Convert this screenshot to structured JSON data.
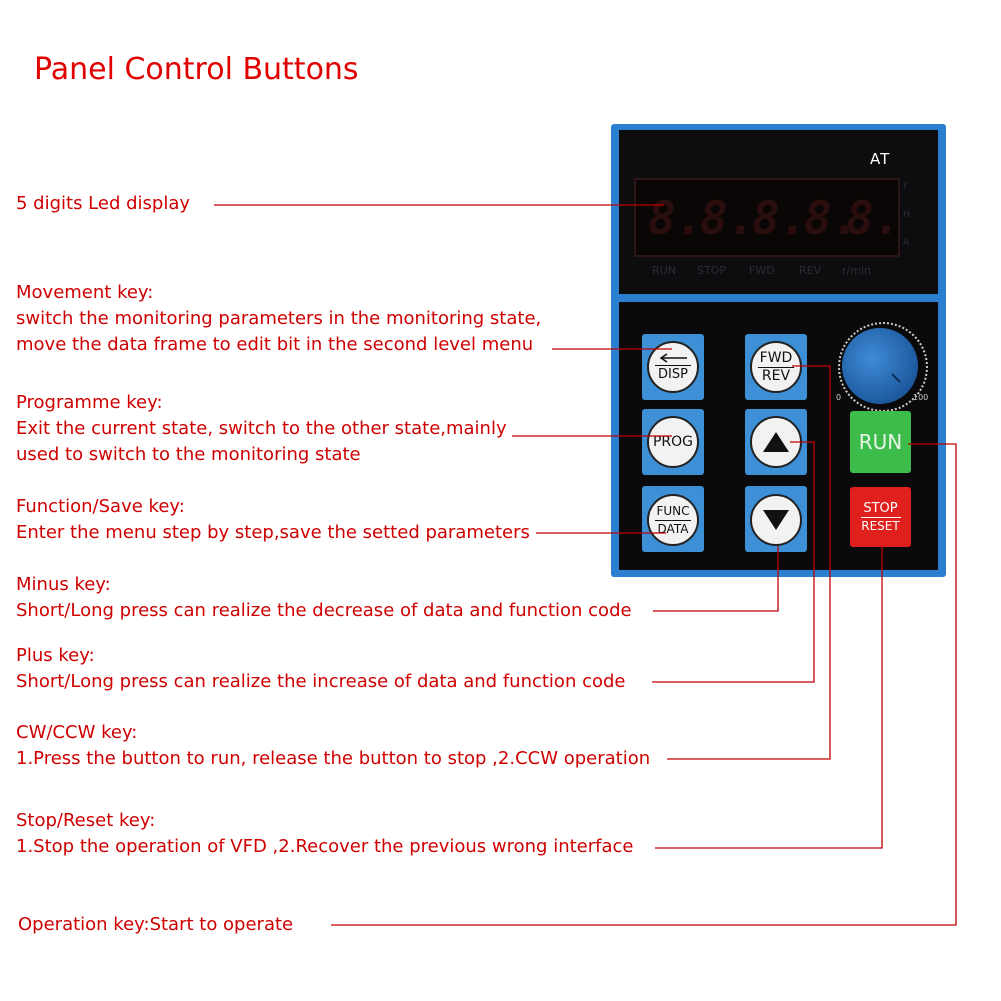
{
  "title": "Panel Control Buttons",
  "labels": {
    "led": "5 digits Led display",
    "movement_title": "Movement key:",
    "movement_line1": "switch the monitoring parameters in the monitoring state,",
    "movement_line2": "move the data frame to edit bit in the second level menu",
    "programme_title": "Programme key:",
    "programme_line1": "Exit the current state, switch to the other state,mainly",
    "programme_line2": "used to switch to the monitoring state",
    "function_title": "Function/Save key:",
    "function_line1": "Enter the menu step by step,save the setted parameters",
    "minus_title": "Minus key:",
    "minus_line1": "Short/Long press can realize the decrease of data and function code",
    "plus_title": "Plus key:",
    "plus_line1": "Short/Long press can realize the increase of data and function code",
    "cwccw_title": "CW/CCW key:",
    "cwccw_line1": "1.Press the button to run, release the button to stop ,2.CCW operation",
    "stop_title": "Stop/Reset key:",
    "stop_line1": "1.Stop the operation of VFD ,2.Recover the previous wrong interface",
    "operation": "Operation key:Start to operate"
  },
  "panel": {
    "brand": "AT",
    "display_digits": [
      "8.",
      "8.",
      "8.",
      "8.",
      "8."
    ],
    "indicators": [
      "RUN",
      "STOP",
      "FWD",
      "REV",
      "r/min"
    ],
    "side_indicators": [
      "F",
      "H",
      "A",
      "."
    ],
    "keys": {
      "disp_top": "",
      "disp_bottom": "DISP",
      "prog": "PROG",
      "func_top": "FUNC",
      "func_bottom": "DATA",
      "fwd_top": "FWD",
      "fwd_bottom": "REV",
      "run": "RUN",
      "stop_top": "STOP",
      "stop_bottom": "RESET"
    },
    "knob_min": "0",
    "knob_max": "100"
  },
  "colors": {
    "label_red": "#d00000",
    "panel_blue": "#2b7fd0",
    "run_green": "#3cbc4a",
    "stop_red": "#e0201c"
  }
}
